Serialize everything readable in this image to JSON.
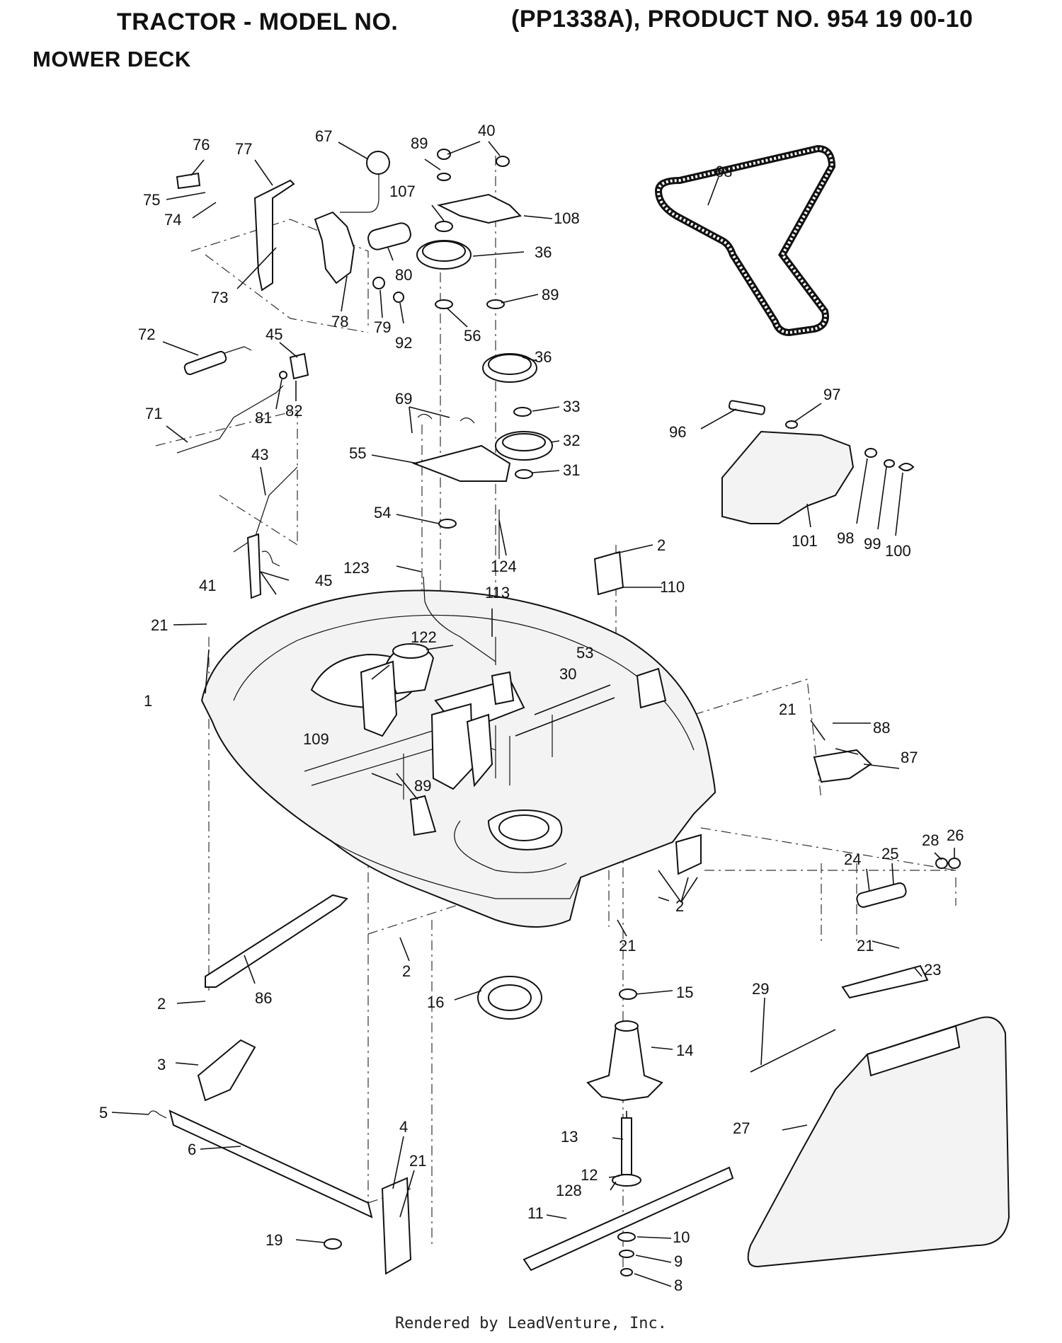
{
  "header": {
    "line1_left": "TRACTOR - MODEL NO.",
    "line1_right": "(PP1338A), PRODUCT NO. 954 19 00-10",
    "line2": "MOWER DECK"
  },
  "footer": {
    "text": "Rendered by LeadVenture, Inc."
  },
  "callouts": [
    {
      "label": "76"
    },
    {
      "label": "77"
    },
    {
      "label": "75"
    },
    {
      "label": "74"
    },
    {
      "label": "73"
    },
    {
      "label": "67"
    },
    {
      "label": "89"
    },
    {
      "label": "40"
    },
    {
      "label": "107"
    },
    {
      "label": "108"
    },
    {
      "label": "36"
    },
    {
      "label": "80"
    },
    {
      "label": "89"
    },
    {
      "label": "56"
    },
    {
      "label": "78"
    },
    {
      "label": "79"
    },
    {
      "label": "92"
    },
    {
      "label": "68"
    },
    {
      "label": "72"
    },
    {
      "label": "45"
    },
    {
      "label": "36"
    },
    {
      "label": "81"
    },
    {
      "label": "82"
    },
    {
      "label": "69"
    },
    {
      "label": "33"
    },
    {
      "label": "71"
    },
    {
      "label": "32"
    },
    {
      "label": "97"
    },
    {
      "label": "96"
    },
    {
      "label": "55"
    },
    {
      "label": "31"
    },
    {
      "label": "43"
    },
    {
      "label": "54"
    },
    {
      "label": "98"
    },
    {
      "label": "99"
    },
    {
      "label": "100"
    },
    {
      "label": "101"
    },
    {
      "label": "2"
    },
    {
      "label": "124"
    },
    {
      "label": "123"
    },
    {
      "label": "110"
    },
    {
      "label": "45"
    },
    {
      "label": "41"
    },
    {
      "label": "113"
    },
    {
      "label": "21"
    },
    {
      "label": "122"
    },
    {
      "label": "53"
    },
    {
      "label": "1"
    },
    {
      "label": "30"
    },
    {
      "label": "21"
    },
    {
      "label": "88"
    },
    {
      "label": "109"
    },
    {
      "label": "87"
    },
    {
      "label": "89"
    },
    {
      "label": "28"
    },
    {
      "label": "26"
    },
    {
      "label": "24"
    },
    {
      "label": "25"
    },
    {
      "label": "21"
    },
    {
      "label": "2"
    },
    {
      "label": "21"
    },
    {
      "label": "23"
    },
    {
      "label": "2"
    },
    {
      "label": "2"
    },
    {
      "label": "86"
    },
    {
      "label": "16"
    },
    {
      "label": "15"
    },
    {
      "label": "29"
    },
    {
      "label": "14"
    },
    {
      "label": "3"
    },
    {
      "label": "5"
    },
    {
      "label": "6"
    },
    {
      "label": "27"
    },
    {
      "label": "13"
    },
    {
      "label": "4"
    },
    {
      "label": "21"
    },
    {
      "label": "12"
    },
    {
      "label": "128"
    },
    {
      "label": "11"
    },
    {
      "label": "19"
    },
    {
      "label": "10"
    },
    {
      "label": "9"
    },
    {
      "label": "8"
    }
  ]
}
